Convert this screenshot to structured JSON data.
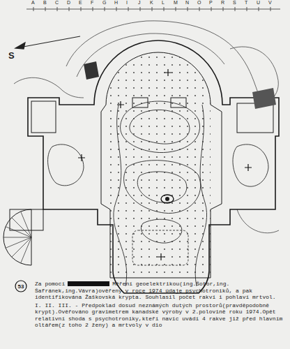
{
  "diagram": {
    "labels": [
      "A",
      "B",
      "C",
      "D",
      "E",
      "F",
      "G",
      "H",
      "I",
      "J",
      "K",
      "L",
      "M",
      "N",
      "O",
      "P",
      "R",
      "S",
      "T",
      "U",
      "V",
      "S",
      "53",
      "Za pomocí",
      "Měření geoelektrikou(ing.Šotor,ing. Šafránek,ing.Vávra)ověřeny v roce 1974 údaje psychotroniků, a pak identifikována Žaškovská krypta. Souhlasil počet rakví i pohlaví mrtvol.",
      "I. II. III. - Předpoklad dosud neznámých dutých prostorů(pravděpodobně krypt).Ověřováno gravimetrem kanadské výroby v 2.polovině roku 1974.Opět relativní shoda s psychotroniky,kteří navíc uvádí 4 rakve již před hlavním oltářem(z toho 2 ženy) a mrtvoly v dio"
    ]
  }
}
